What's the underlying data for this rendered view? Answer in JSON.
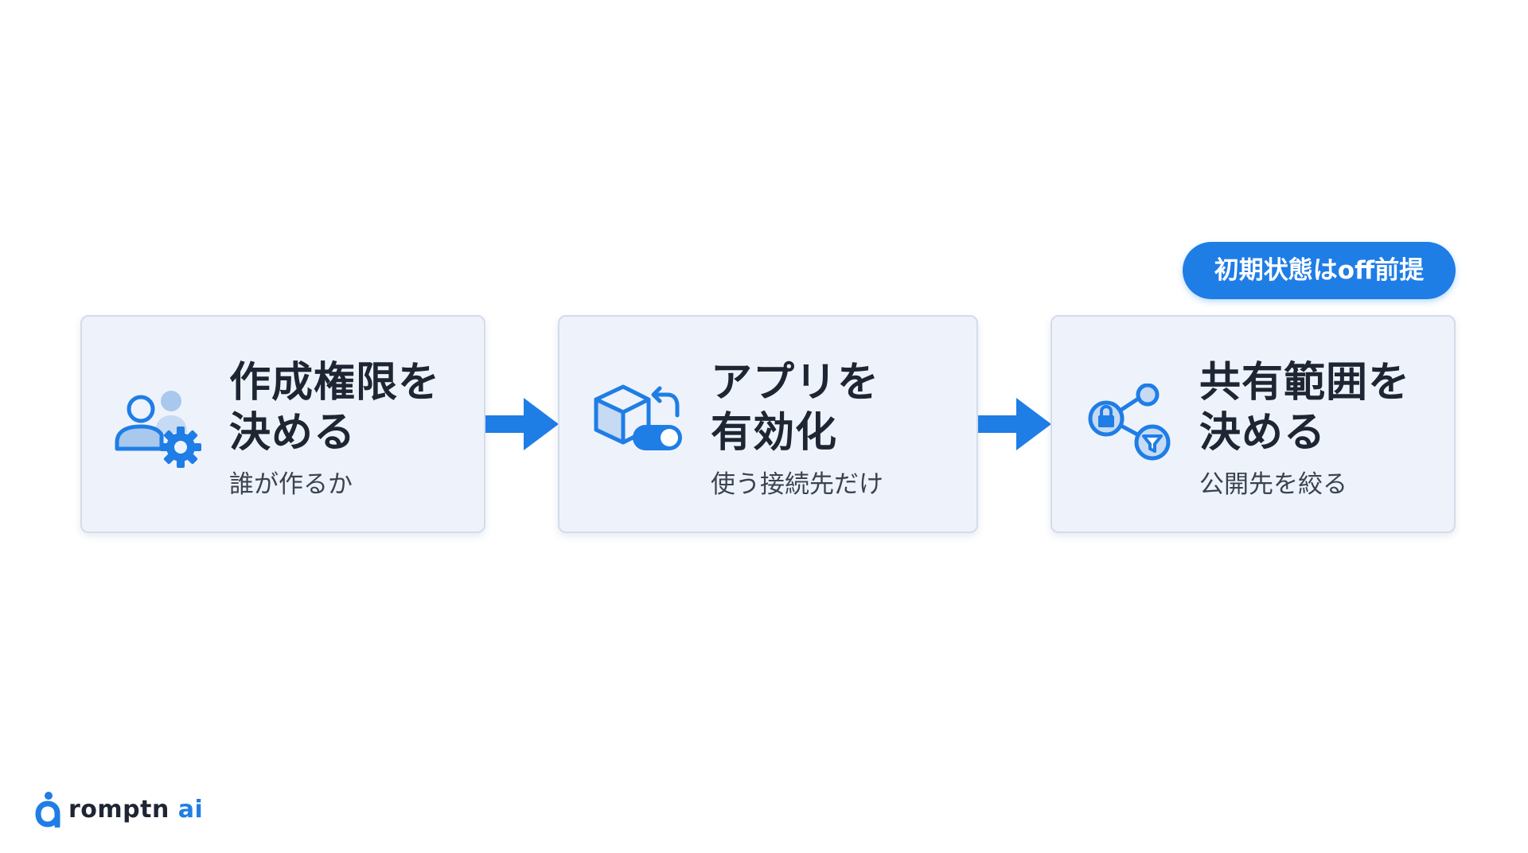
{
  "badge": {
    "label": "初期状態はoff前提"
  },
  "steps": [
    {
      "title_line1": "作成権限を",
      "title_line2": "決める",
      "subtitle": "誰が作るか",
      "icon": "user-settings-icon"
    },
    {
      "title_line1": "アプリを",
      "title_line2": "有効化",
      "subtitle": "使う接続先だけ",
      "icon": "app-toggle-icon"
    },
    {
      "title_line1": "共有範囲を",
      "title_line2": "決める",
      "subtitle": "公開先を絞る",
      "icon": "share-filter-icon"
    }
  ],
  "logo": {
    "name": "romptn",
    "suffix": "ai"
  },
  "colors": {
    "accent": "#1f7de6",
    "accent_light": "#a9c8ee",
    "card_bg": "#eef3fb",
    "card_border": "#d3dcea",
    "text": "#1e2533"
  }
}
